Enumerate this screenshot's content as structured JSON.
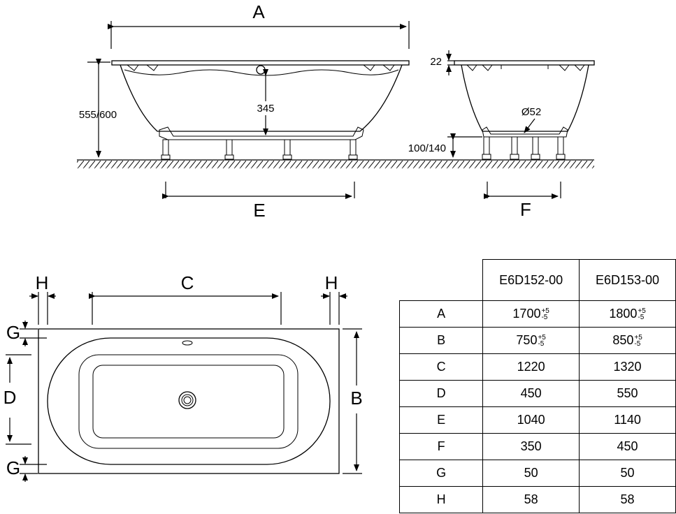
{
  "side_view": {
    "label_a": "A",
    "label_e": "E",
    "height_label": "555/600",
    "depth_label": "345"
  },
  "end_view": {
    "rim_label": "22",
    "drain_label": "Ø52",
    "feet_label": "100/140",
    "label_f": "F"
  },
  "top_view": {
    "label_c": "C",
    "label_h_left": "H",
    "label_h_right": "H",
    "label_g_top": "G",
    "label_g_bottom": "G",
    "label_d": "D",
    "label_b": "B"
  },
  "table": {
    "columns": [
      "E6D152-00",
      "E6D153-00"
    ],
    "rows": [
      {
        "key": "A",
        "v1": "1700",
        "v1_tol": [
          "+5",
          "-5"
        ],
        "v2": "1800",
        "v2_tol": [
          "+5",
          "-5"
        ]
      },
      {
        "key": "B",
        "v1": "750",
        "v1_tol": [
          "+5",
          "-5"
        ],
        "v2": "850",
        "v2_tol": [
          "+5",
          "-5"
        ]
      },
      {
        "key": "C",
        "v1": "1220",
        "v2": "1320"
      },
      {
        "key": "D",
        "v1": "450",
        "v2": "550"
      },
      {
        "key": "E",
        "v1": "1040",
        "v2": "1140"
      },
      {
        "key": "F",
        "v1": "350",
        "v2": "450"
      },
      {
        "key": "G",
        "v1": "50",
        "v2": "50"
      },
      {
        "key": "H",
        "v1": "58",
        "v2": "58"
      }
    ]
  }
}
